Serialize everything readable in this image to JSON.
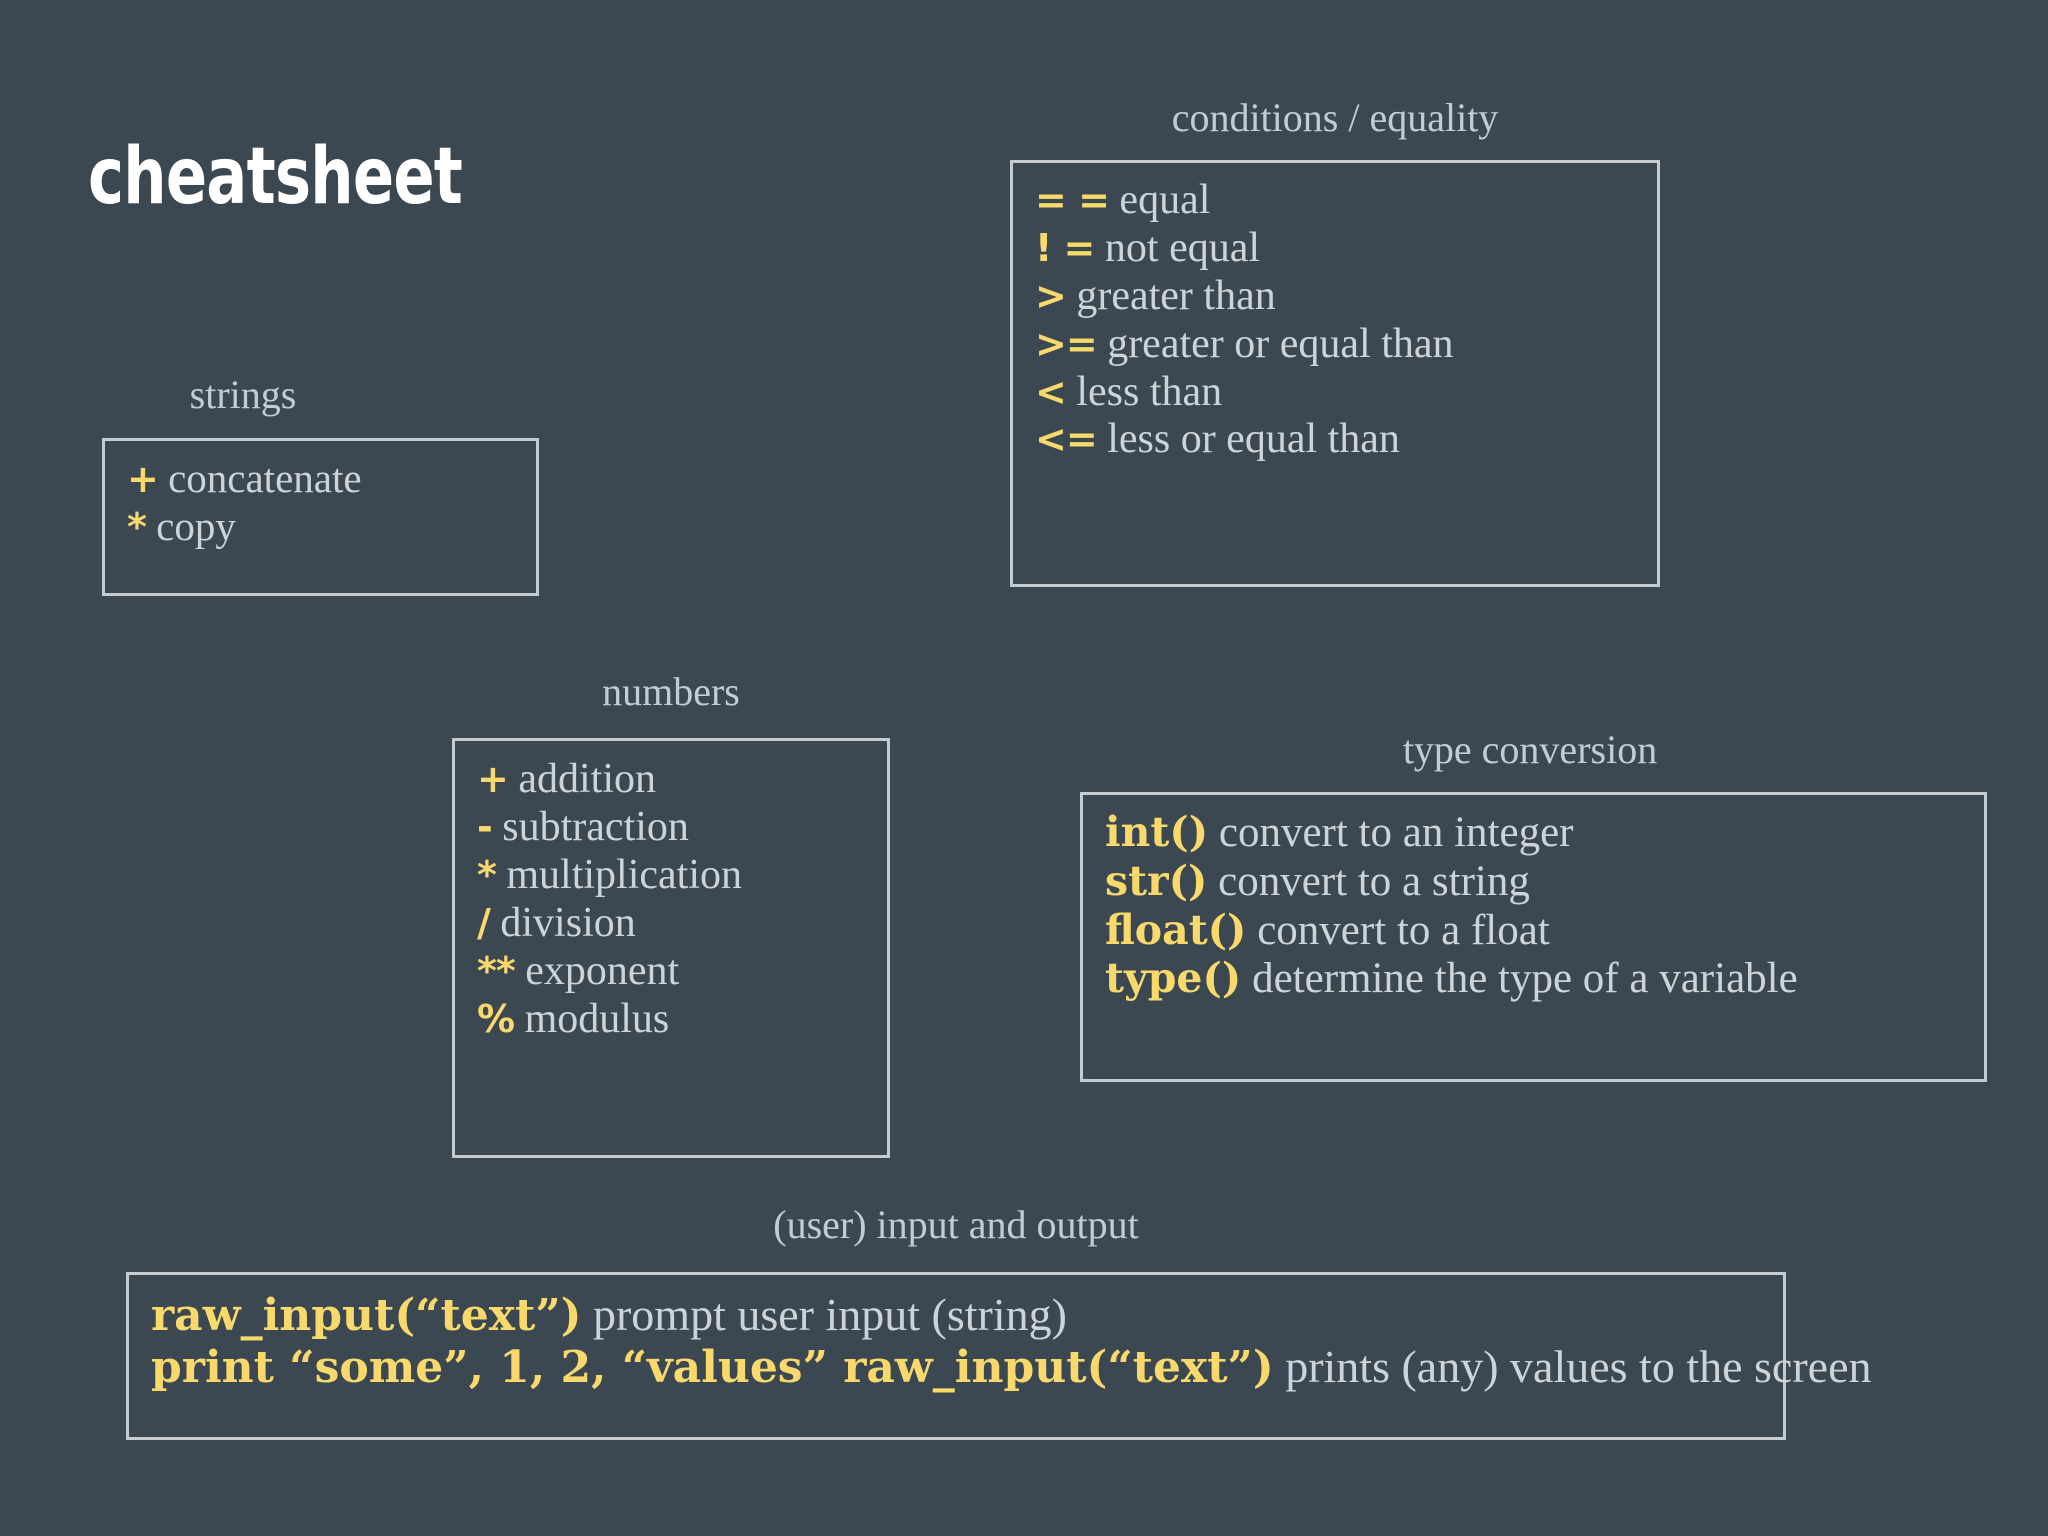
{
  "page": {
    "background_color": "#3b4852",
    "accent_color": "#f9d96c",
    "text_color": "#ccd4da",
    "heading_color": "#c3ccd4",
    "border_color": "#c4ccd2",
    "title": "cheatsheet"
  },
  "sections": {
    "strings": {
      "heading": "strings",
      "rows": [
        {
          "op": "+",
          "desc": "concatenate"
        },
        {
          "op": "*",
          "desc": "copy"
        }
      ]
    },
    "conditions": {
      "heading": "conditions / equality",
      "rows": [
        {
          "op": "= =",
          "desc": "equal"
        },
        {
          "op": "! =",
          "desc": "not equal"
        },
        {
          "op": ">",
          "desc": "greater than"
        },
        {
          "op": ">=",
          "desc": "greater or equal than"
        },
        {
          "op": "<",
          "desc": "less than"
        },
        {
          "op": "<=",
          "desc": "less or equal than"
        }
      ]
    },
    "numbers": {
      "heading": "numbers",
      "rows": [
        {
          "op": "+",
          "desc": "addition"
        },
        {
          "op": "-",
          "desc": "subtraction"
        },
        {
          "op": "*",
          "desc": "multiplication"
        },
        {
          "op": "/",
          "desc": "division"
        },
        {
          "op": "**",
          "desc": "exponent"
        },
        {
          "op": "%",
          "desc": "modulus"
        }
      ]
    },
    "type_conversion": {
      "heading": "type conversion",
      "rows": [
        {
          "fn": "int()",
          "desc": "convert to an integer"
        },
        {
          "fn": "str()",
          "desc": "convert to a string"
        },
        {
          "fn": "float()",
          "desc": "convert to a float"
        },
        {
          "fn": "type()",
          "desc": "determine the type of a variable"
        }
      ]
    },
    "input_output": {
      "heading": "(user) input and output",
      "rows": [
        {
          "fn": "raw_input(“text”)",
          "desc": "prompt user input (string)"
        },
        {
          "fn": "print “some”, 1, 2, “values” raw_input(“text”)",
          "desc": "prints (any) values to the screen"
        }
      ]
    }
  }
}
